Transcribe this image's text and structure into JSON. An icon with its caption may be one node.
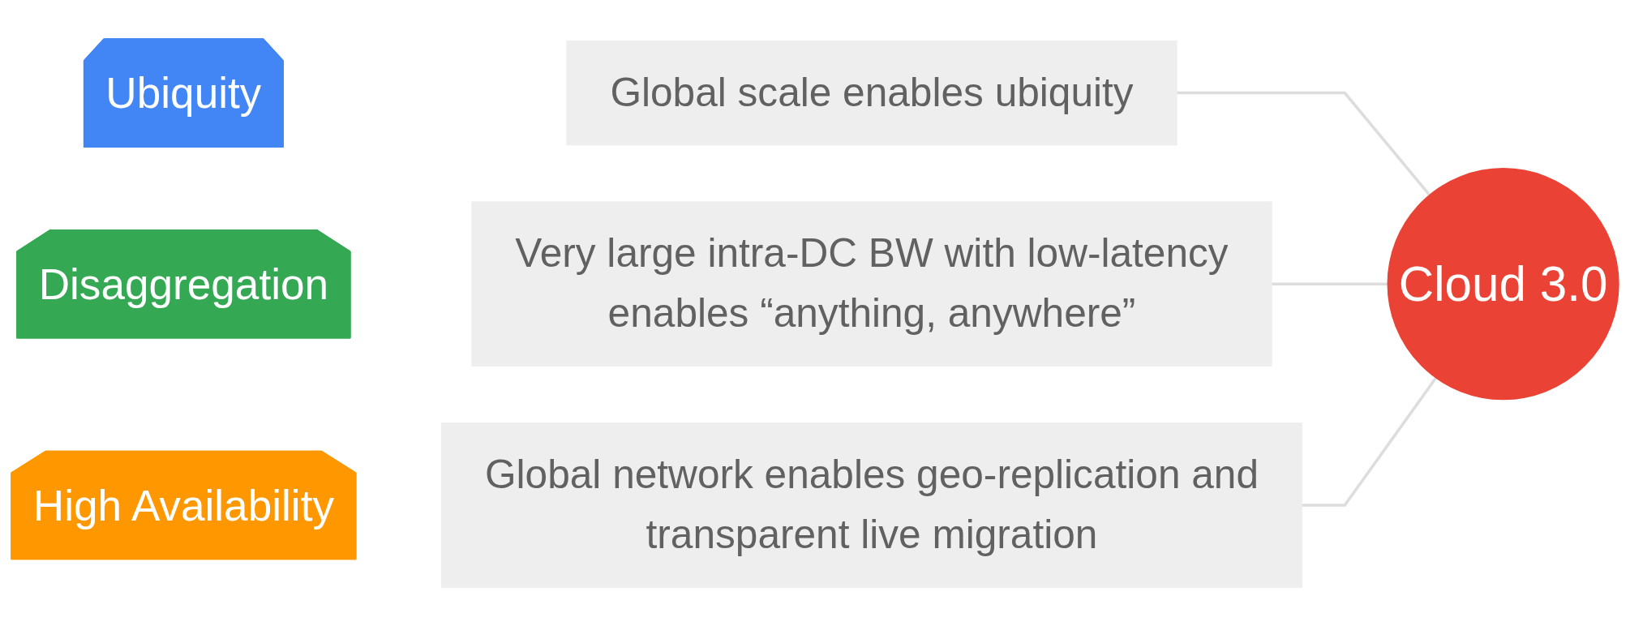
{
  "diagram": {
    "nodes": [
      {
        "text": [
          "Ubiquity"
        ]
      },
      {
        "text": [
          "Global scale enables ubiquity"
        ]
      },
      {
        "text": [
          "Disaggregation"
        ]
      },
      {
        "text": [
          "Very large intra-DC BW with low-latency enables “anything, anywhere”"
        ]
      },
      {
        "text": [
          "High Availability"
        ]
      },
      {
        "text": [
          "Global network enables geo-replication and transparent live migration"
        ]
      },
      {
        "text": [
          "Cloud 3.0"
        ]
      }
    ],
    "edges": [
      {
        "from": 1,
        "to": 6,
        "arrow": "none"
      },
      {
        "from": 3,
        "to": 6,
        "arrow": "none"
      },
      {
        "from": 5,
        "to": 6,
        "arrow": "none"
      }
    ]
  }
}
